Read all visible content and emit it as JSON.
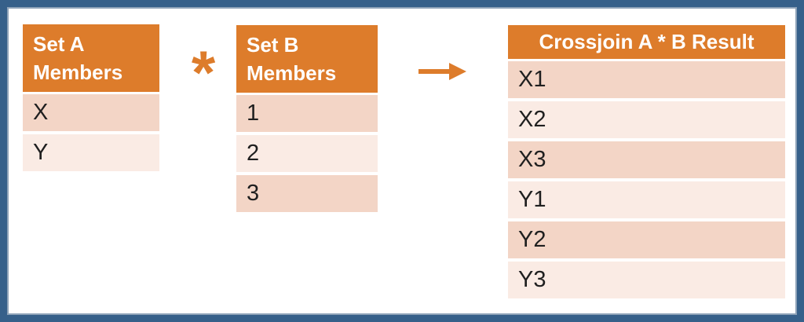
{
  "colors": {
    "orange": "#DD7C2B",
    "band_dark": "#F3D5C6",
    "band_light": "#FAEBE4",
    "border_blue": "#36608A",
    "inner_line": "#8FA3B9",
    "text_dark": "#1F1F1F",
    "header_text": "#FFFFFF"
  },
  "operator": {
    "symbol": "*"
  },
  "flow": {
    "icon": "arrow-right-icon"
  },
  "tables": {
    "set_a": {
      "header": "Set A\nMembers",
      "rows": [
        "X",
        "Y"
      ]
    },
    "set_b": {
      "header": "Set B\nMembers",
      "rows": [
        "1",
        "2",
        "3"
      ]
    },
    "result": {
      "header": "Crossjoin A * B Result",
      "rows": [
        "X1",
        "X2",
        "X3",
        "Y1",
        "Y2",
        "Y3"
      ]
    }
  }
}
